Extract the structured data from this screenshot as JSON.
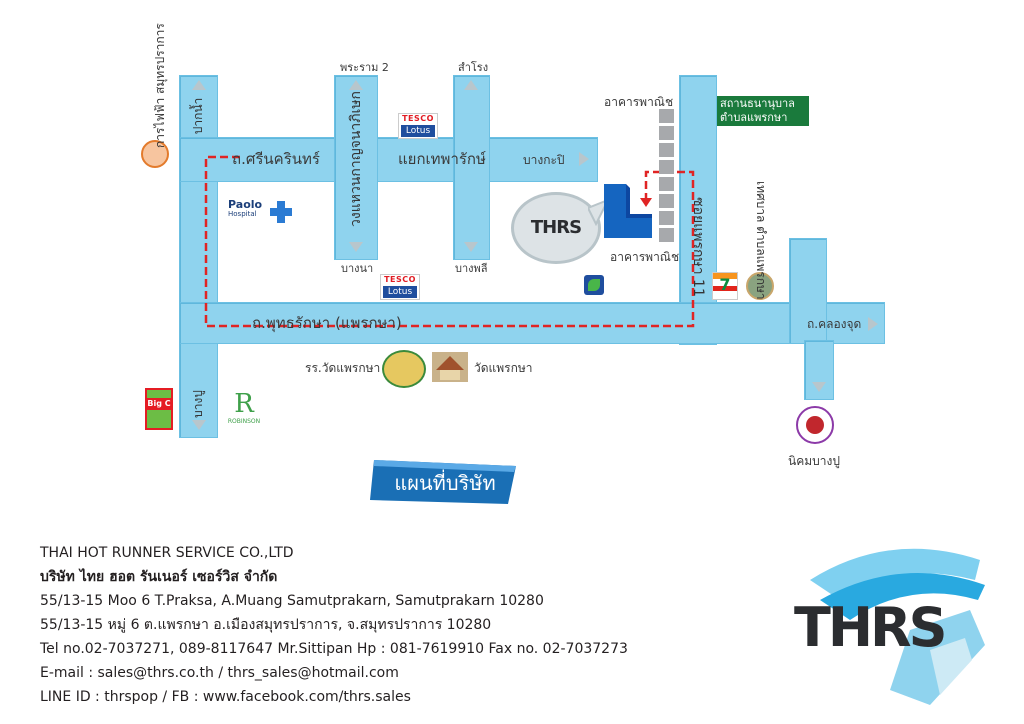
{
  "map": {
    "roads": {
      "srinakarin": "ถ.ศรีนครินทร์",
      "puttharaksa": "ถ.พุทธรักษา (แพรกษา)",
      "khlong_jud": "ถ.คลองจุด",
      "soi_praeksa_11": "ซอยแพรกษา 11",
      "wongwaen": "วงแหวนกาญจนาภิเษก",
      "yaek_thepharak": "แยกเทพารักษ์"
    },
    "directions": {
      "pak_nam": "ปากน้ำ",
      "rama2": "พระราม 2",
      "samrong": "สำโรง",
      "bang_na": "บางนา",
      "bang_phli": "บางพลี",
      "bang_kapi": "บางกะปิ",
      "bang_pu": "บางปู"
    },
    "landmarks": {
      "pea": "การไฟฟ้า สมุทรปราการ",
      "building_commercial_top": "อาคารพาณิช",
      "building_commercial_bottom": "อาคารพาณิช",
      "health_station": "สถานธนานุบาล ตำบลแพรกษา",
      "municipality": "เทศบาล ตำบลแพรกษา",
      "school": "รร.วัดแพรกษา",
      "temple": "วัดแพรกษา",
      "nikhom": "นิคมบางปู",
      "paolo_name": "Paolo",
      "paolo_sub": "Hospital",
      "tesco_top": "TESCO",
      "tesco_bottom": "Lotus",
      "seven_eleven": "7",
      "bigc": "Big C",
      "robinson": "ROBINSON",
      "marker_logo": "THRS"
    },
    "banner": "แผนที่บริษัท"
  },
  "company": {
    "name_en": "THAI HOT RUNNER SERVICE CO.,LTD",
    "name_th": "บริษัท ไทย ฮอต รันเนอร์ เซอร์วิส จำกัด",
    "address_en": "55/13-15 Moo 6 T.Praksa, A.Muang Samutprakarn, Samutprakarn 10280",
    "address_th": "55/13-15 หมู่ 6 ต.แพรกษา อ.เมืองสมุทรปราการ, จ.สมุทรปราการ 10280",
    "tel": "Tel no.02-7037271, 089-8117647 Mr.Sittipan Hp : 081-7619910 Fax no. 02-7037273",
    "email": "E-mail : sales@thrs.co.th / thrs_sales@hotmail.com",
    "line": "LINE ID : thrspop / FB : www.facebook.com/thrs.sales",
    "logo_text": "THRS"
  },
  "colors": {
    "road": "#8fd3ee",
    "route": "#e02424",
    "banner": "#1a6fb5",
    "health_badge": "#1a7a3c",
    "logo_dark": "#2b2d30",
    "logo_accent": "#29a9e0"
  }
}
